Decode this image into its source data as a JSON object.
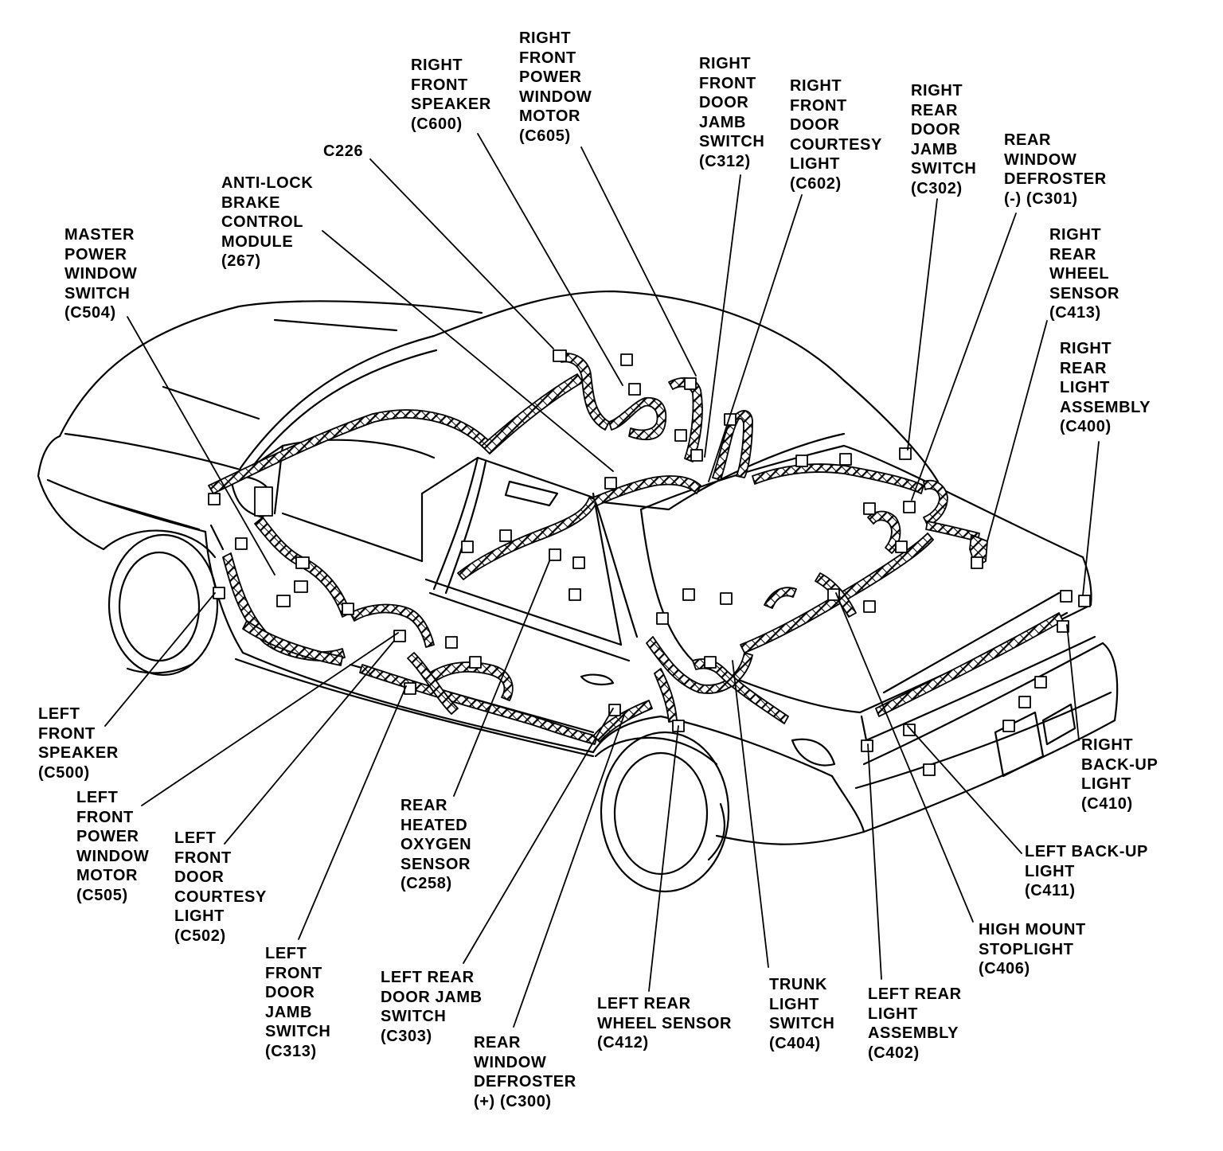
{
  "diagram": {
    "colors": {
      "ink": "#000000",
      "paper": "#ffffff"
    },
    "labels": [
      {
        "id": "master-power-window-switch",
        "lines": [
          "MASTER",
          "POWER",
          "WINDOW",
          "SWITCH",
          "(C504)"
        ]
      },
      {
        "id": "anti-lock-brake-control-module",
        "lines": [
          "ANTI-LOCK",
          "BRAKE",
          "CONTROL",
          "MODULE",
          "(267)"
        ]
      },
      {
        "id": "c226",
        "lines": [
          "C226"
        ]
      },
      {
        "id": "right-front-speaker",
        "lines": [
          "RIGHT",
          "FRONT",
          "SPEAKER",
          "(C600)"
        ]
      },
      {
        "id": "right-front-power-window-motor",
        "lines": [
          "RIGHT",
          "FRONT",
          "POWER",
          "WINDOW",
          "MOTOR",
          "(C605)"
        ]
      },
      {
        "id": "right-front-door-jamb-switch",
        "lines": [
          "RIGHT",
          "FRONT",
          "DOOR",
          "JAMB",
          "SWITCH",
          "(C312)"
        ]
      },
      {
        "id": "right-front-door-courtesy-light",
        "lines": [
          "RIGHT",
          "FRONT",
          "DOOR",
          "COURTESY",
          "LIGHT",
          "(C602)"
        ]
      },
      {
        "id": "right-rear-door-jamb-switch",
        "lines": [
          "RIGHT",
          "REAR",
          "DOOR",
          "JAMB",
          "SWITCH",
          "(C302)"
        ]
      },
      {
        "id": "rear-window-defroster-neg",
        "lines": [
          "REAR",
          "WINDOW",
          "DEFROSTER",
          "(-) (C301)"
        ]
      },
      {
        "id": "right-rear-wheel-sensor",
        "lines": [
          "RIGHT",
          "REAR",
          "WHEEL",
          "SENSOR",
          "(C413)"
        ]
      },
      {
        "id": "right-rear-light-assembly",
        "lines": [
          "RIGHT",
          "REAR",
          "LIGHT",
          "ASSEMBLY",
          "(C400)"
        ]
      },
      {
        "id": "left-front-speaker",
        "lines": [
          "LEFT",
          "FRONT",
          "SPEAKER",
          "(C500)"
        ]
      },
      {
        "id": "left-front-power-window-motor",
        "lines": [
          "LEFT",
          "FRONT",
          "POWER",
          "WINDOW",
          "MOTOR",
          "(C505)"
        ]
      },
      {
        "id": "left-front-door-courtesy-light",
        "lines": [
          "LEFT",
          "FRONT",
          "DOOR",
          "COURTESY",
          "LIGHT",
          "(C502)"
        ]
      },
      {
        "id": "left-front-door-jamb-switch",
        "lines": [
          "LEFT",
          "FRONT",
          "DOOR",
          "JAMB",
          "SWITCH",
          "(C313)"
        ]
      },
      {
        "id": "rear-heated-oxygen-sensor",
        "lines": [
          "REAR",
          "HEATED",
          "OXYGEN",
          "SENSOR",
          "(C258)"
        ]
      },
      {
        "id": "left-rear-door-jamb-switch",
        "lines": [
          "LEFT REAR",
          "DOOR JAMB",
          "SWITCH",
          "(C303)"
        ]
      },
      {
        "id": "rear-window-defroster-pos",
        "lines": [
          "REAR",
          "WINDOW",
          "DEFROSTER",
          "(+) (C300)"
        ]
      },
      {
        "id": "left-rear-wheel-sensor",
        "lines": [
          "LEFT REAR",
          "WHEEL SENSOR",
          "(C412)"
        ]
      },
      {
        "id": "trunk-light-switch",
        "lines": [
          "TRUNK",
          "LIGHT",
          "SWITCH",
          "(C404)"
        ]
      },
      {
        "id": "left-rear-light-assembly",
        "lines": [
          "LEFT REAR",
          "LIGHT",
          "ASSEMBLY",
          "(C402)"
        ]
      },
      {
        "id": "high-mount-stoplight",
        "lines": [
          "HIGH MOUNT",
          "STOPLIGHT",
          "(C406)"
        ]
      },
      {
        "id": "left-back-up-light",
        "lines": [
          "LEFT BACK-UP",
          "LIGHT",
          "(C411)"
        ]
      },
      {
        "id": "right-back-up-light",
        "lines": [
          "RIGHT",
          "BACK-UP",
          "LIGHT",
          "(C410)"
        ]
      }
    ]
  }
}
